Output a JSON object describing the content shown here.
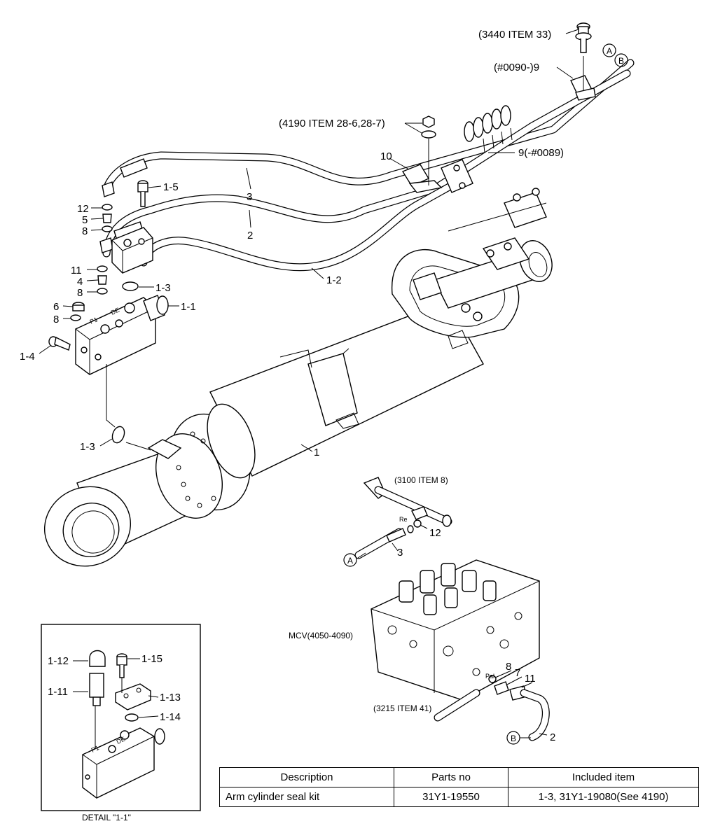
{
  "callouts": {
    "ref_3440": "(3440 ITEM 33)",
    "ref_0090": "(#0090-)9",
    "ref_4190": "(4190 ITEM 28-6,28-7)",
    "ref_0089": "9(-#0089)",
    "ref_3100": "(3100 ITEM 8)",
    "ref_3215": "(3215 ITEM 41)",
    "mcv": "MCV(4050-4090)",
    "p1": "1",
    "p1_1": "1-1",
    "p1_2": "1-2",
    "p1_3a": "1-3",
    "p1_3b": "1-3",
    "p1_4": "1-4",
    "p1_5": "1-5",
    "p2a": "2",
    "p2b": "2",
    "p3a": "3",
    "p3b": "3",
    "p4": "4",
    "p5": "5",
    "p6": "6",
    "p7": "7",
    "p8a": "8",
    "p8b": "8",
    "p8c": "8",
    "p8d": "8",
    "p10": "10",
    "p11a": "11",
    "p11b": "11",
    "p12a": "12",
    "p12b": "12",
    "pal": "Pal",
    "re": "Re",
    "marker_a1": "A",
    "marker_b1": "B",
    "marker_a2": "A",
    "marker_b2": "B"
  },
  "detail": {
    "title": "DETAIL \"1-1\"",
    "l1_11": "1-11",
    "l1_12": "1-12",
    "l1_13": "1-13",
    "l1_14": "1-14",
    "l1_15": "1-15"
  },
  "table": {
    "headers": [
      "Description",
      "Parts no",
      "Included item"
    ],
    "rows": [
      [
        "Arm cylinder seal kit",
        "31Y1-19550",
        "1-3, 31Y1-19080(See 4190)"
      ]
    ]
  }
}
